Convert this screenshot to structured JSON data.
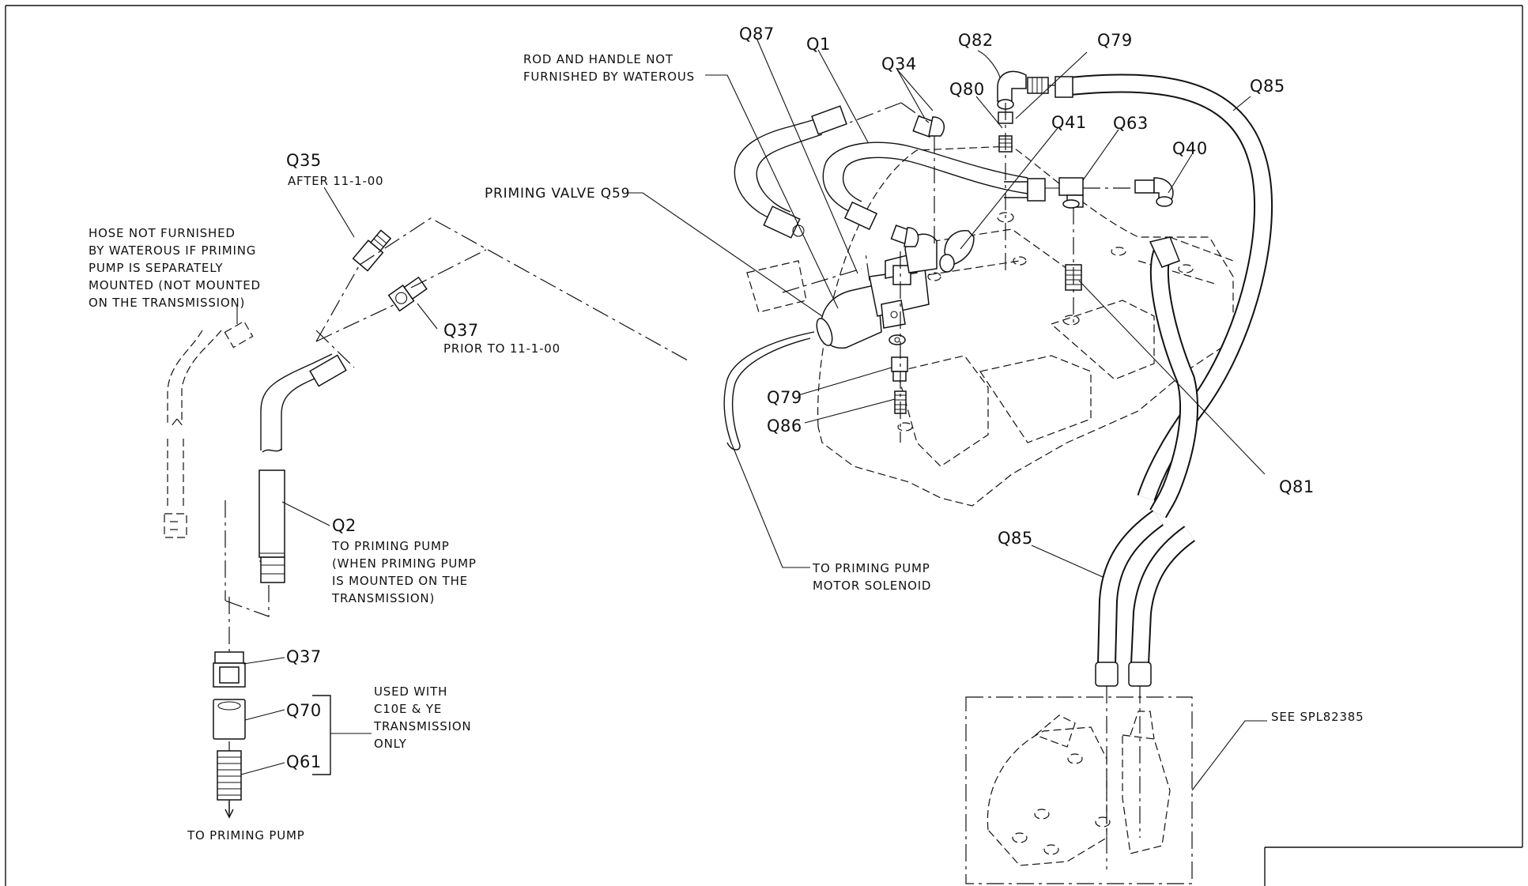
{
  "labels": {
    "q87": "Q87",
    "q1": "Q1",
    "q34": "Q34",
    "q82": "Q82",
    "q79_top": "Q79",
    "q80": "Q80",
    "q41": "Q41",
    "q63": "Q63",
    "q40": "Q40",
    "q85_top": "Q85",
    "q35": "Q35",
    "q35_note": "AFTER 11-1-00",
    "q37_mid": "Q37",
    "q37_note": "PRIOR TO 11-1-00",
    "q59": "PRIMING VALVE Q59",
    "q79_mid": "Q79",
    "q86": "Q86",
    "q81": "Q81",
    "q85_low": "Q85",
    "q2": "Q2",
    "q37_low": "Q37",
    "q70": "Q70",
    "q61": "Q61",
    "see_spl": "SEE SPL82385"
  },
  "notes": {
    "rod_handle": [
      "ROD AND HANDLE NOT",
      "FURNISHED BY WATEROUS"
    ],
    "hose_not_furnished": [
      "HOSE NOT FURNISHED",
      "BY WATEROUS IF PRIMING",
      "PUMP IS SEPARATELY",
      "MOUNTED  (NOT MOUNTED",
      "ON THE TRANSMISSION)"
    ],
    "q2_note": [
      "TO PRIMING PUMP",
      "(WHEN PRIMING PUMP",
      "IS MOUNTED ON THE",
      "TRANSMISSION)"
    ],
    "used_with": [
      "USED WITH",
      "C10E & YE",
      "TRANSMISSION",
      "ONLY"
    ],
    "to_priming_pump": "TO PRIMING PUMP",
    "solenoid": [
      "TO PRIMING PUMP",
      "MOTOR SOLENOID"
    ]
  }
}
